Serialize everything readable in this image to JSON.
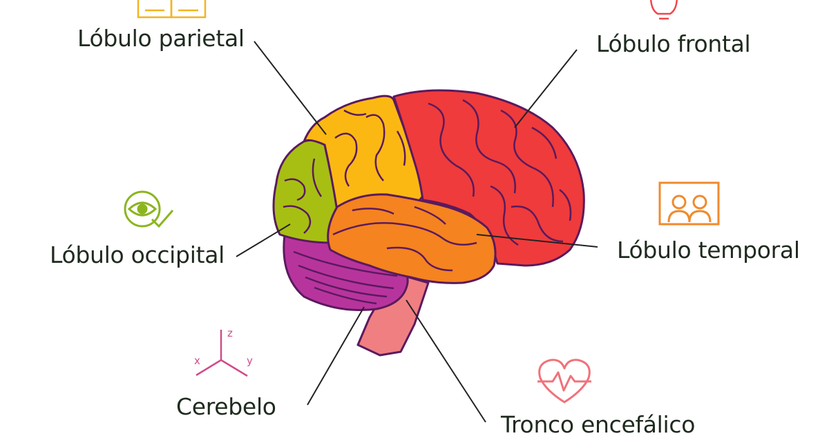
{
  "labels": {
    "parietal": "Lóbulo parietal",
    "frontal": "Lóbulo frontal",
    "occipital": "Lóbulo occipital",
    "temporal": "Lóbulo temporal",
    "cerebelo": "Cerebelo",
    "tronco": "Tronco encefálico"
  },
  "axis_letters": {
    "x": "x",
    "y": "y",
    "z": "z"
  },
  "icons": {
    "parietal": "open-book-icon",
    "frontal": "lightbulb-icon",
    "occipital": "eye-check-icon",
    "temporal": "people-frame-icon",
    "cerebelo": "xyz-axes-icon",
    "tronco": "heartbeat-icon"
  },
  "colors": {
    "frontal": "#ef3b3b",
    "parietal": "#fcb812",
    "occipital": "#a7bf12",
    "temporal": "#f5831f",
    "cerebelo": "#b8349d",
    "tronco": "#f07f82",
    "outline": "#5a1a5e",
    "text": "#1e2a1e",
    "icon_parietal": "#f4b320",
    "icon_frontal": "#f0454b",
    "icon_occipital": "#8bb51f",
    "icon_temporal": "#f08a2c",
    "icon_cerebelo": "#d14a8b",
    "icon_tronco": "#f0727a"
  }
}
